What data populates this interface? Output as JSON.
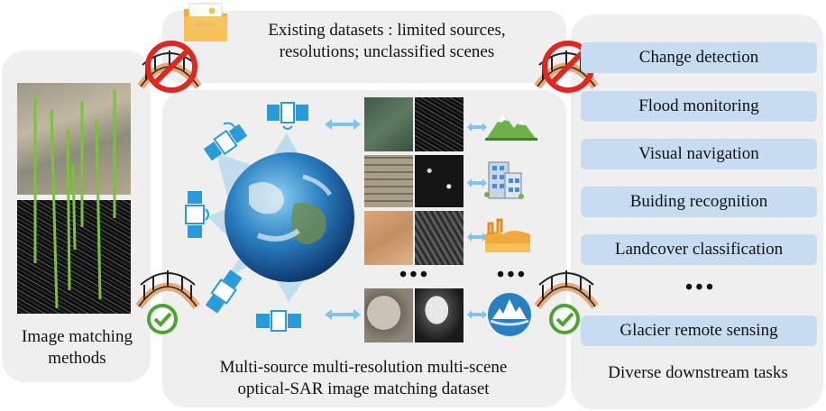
{
  "top_panel": {
    "text_line1": "Existing datasets : limited sources,",
    "text_line2": "resolutions; unclassified scenes"
  },
  "left_panel": {
    "caption_line1": "Image matching",
    "caption_line2": "methods"
  },
  "center_panel": {
    "caption_line1": "Multi-source multi-resolution multi-scene",
    "caption_line2": "optical-SAR image matching dataset",
    "ellipsis_images": "•••",
    "ellipsis_icons": "•••"
  },
  "right_panel": {
    "tasks": [
      "Change detection",
      "Flood monitoring",
      "Visual navigation",
      "Buiding  recognition",
      "Landcover classification",
      "Glacier remote sensing"
    ],
    "ellipsis": "•••",
    "caption": "Diverse downstream tasks"
  },
  "colors": {
    "panel_bg": "#efefef",
    "task_bg": "#c8dcf1",
    "accent_blue": "#2a9bd8",
    "check_green": "#4aa62f",
    "prohibit_red": "#e0261f",
    "match_line_green": "#7cc13a"
  }
}
